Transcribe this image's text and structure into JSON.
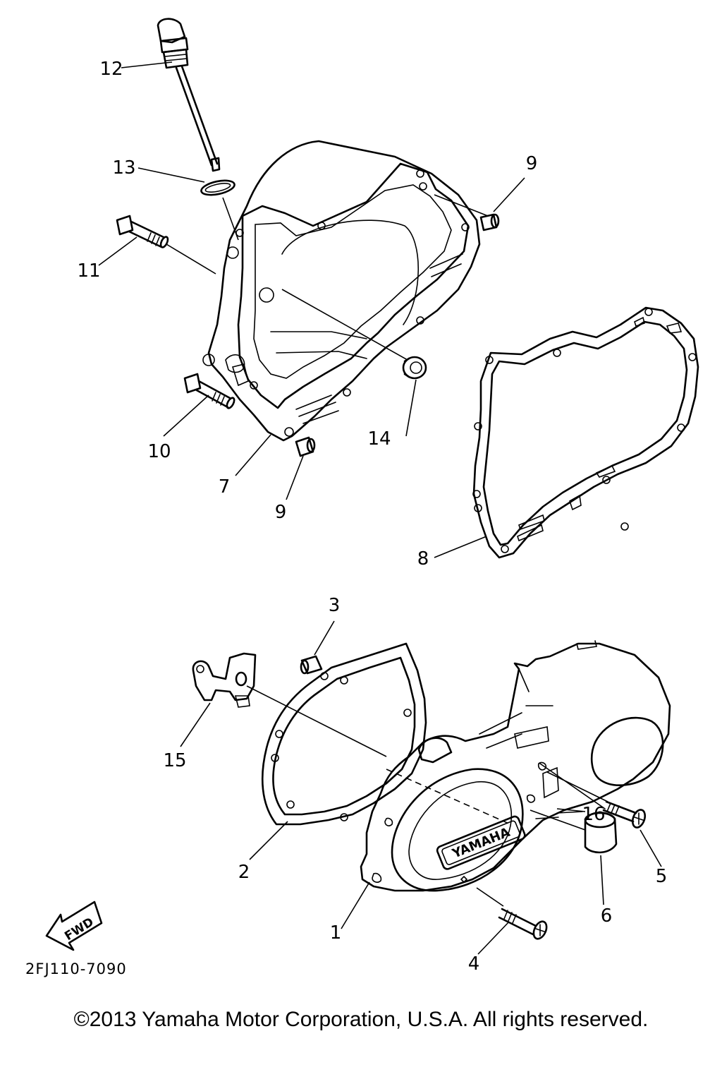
{
  "diagram": {
    "callouts": {
      "c1": "1",
      "c2": "2",
      "c3": "3",
      "c4": "4",
      "c5": "5",
      "c6": "6",
      "c7": "7",
      "c8": "8",
      "c9a": "9",
      "c9b": "9",
      "c10": "10",
      "c11": "11",
      "c12": "12",
      "c13": "13",
      "c14": "14",
      "c15": "15",
      "c16": "16"
    },
    "cover_logo": "YAMAHA",
    "fwd_label": "FWD",
    "drawing_code": "2FJ110-7090"
  },
  "footer": {
    "copyright": "©2013 Yamaha Motor Corporation, U.S.A. All rights reserved."
  }
}
